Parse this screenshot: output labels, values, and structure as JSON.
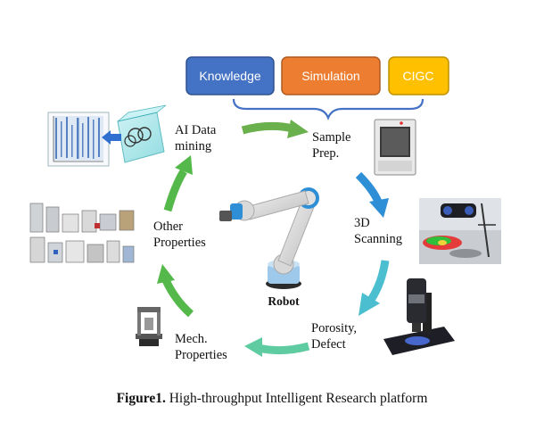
{
  "top_boxes": [
    {
      "label": "Knowledge",
      "fill": "#4472c4"
    },
    {
      "label": "Simulation",
      "fill": "#ed7d31"
    },
    {
      "label": "CIGC",
      "fill": "#ffc000"
    }
  ],
  "steps": {
    "ai_data": [
      "AI Data",
      "mining"
    ],
    "sample_prep": [
      "Sample",
      "Prep."
    ],
    "scanning": [
      "3D",
      "Scanning"
    ],
    "porosity": [
      "Porosity,",
      "Defect"
    ],
    "mech": [
      "Mech.",
      "Properties"
    ],
    "other": [
      "Other",
      "Properties"
    ]
  },
  "robot_label": "Robot",
  "caption": {
    "prefix": "Figure1.",
    "text": "High-throughput Intelligent Research platform"
  },
  "colors": {
    "green_dark": "#6ab04c",
    "green": "#55b84a",
    "blue": "#2e8fd6",
    "teal": "#4bbfcf",
    "mint": "#5ecba0",
    "bracket": "#4472c4"
  }
}
